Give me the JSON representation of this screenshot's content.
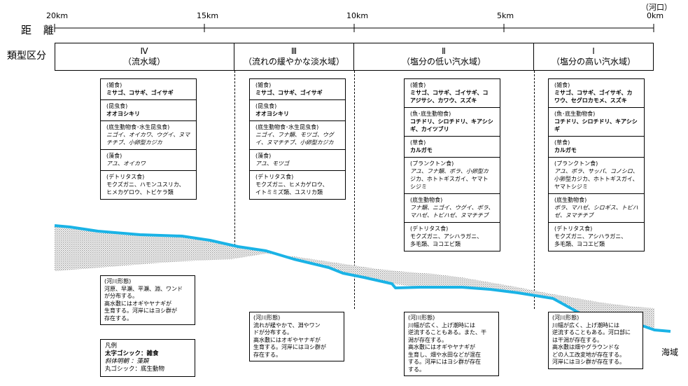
{
  "axis": {
    "title": "距 離",
    "estuary_label": "（河口）",
    "ticks": [
      "20km",
      "15km",
      "10km",
      "5km",
      "0km"
    ]
  },
  "zoning": {
    "title": "類型区分",
    "zones": [
      {
        "numeral": "Ⅳ",
        "name": "（流水域）"
      },
      {
        "numeral": "Ⅲ",
        "name": "（流れの緩やかな淡水域）"
      },
      {
        "numeral": "Ⅱ",
        "name": "（塩分の低い汽水域）"
      },
      {
        "numeral": "Ⅰ",
        "name": "（塩分の高い汽水域）"
      }
    ]
  },
  "sea_label": "海域",
  "species_boxes": [
    {
      "sections": [
        {
          "head": "(雑食)",
          "lines": [
            {
              "t": "ミサゴ、コサギ、ゴイサギ",
              "s": "b"
            }
          ]
        },
        {
          "head": "(昆虫食)",
          "lines": [
            {
              "t": "オオヨシキリ",
              "s": "b"
            }
          ]
        },
        {
          "head": "(底生動物食･水生昆虫食)",
          "lines": [
            {
              "t": "ニゴイ、オイカワ、ウグイ、ヌマ",
              "s": "i"
            },
            {
              "t": "チチブ、小卵型カジカ",
              "s": "i"
            }
          ]
        },
        {
          "head": "(藻食)",
          "lines": [
            {
              "t": "アユ、オイカワ",
              "s": "i"
            }
          ]
        },
        {
          "head": "(デトリタス食)",
          "lines": [
            {
              "t": "モクズガニ、ハモンユスリカ、",
              "s": "n"
            },
            {
              "t": "ヒメカゲロウ、トビケラ類",
              "s": "n"
            }
          ]
        }
      ]
    },
    {
      "sections": [
        {
          "head": "(雑食)",
          "lines": [
            {
              "t": "ミサゴ、コサギ、ゴイサギ",
              "s": "b"
            }
          ]
        },
        {
          "head": "(昆虫食)",
          "lines": [
            {
              "t": "オオヨシキリ",
              "s": "b"
            }
          ]
        },
        {
          "head": "(底生動物食･水生昆虫食)",
          "lines": [
            {
              "t": "ニゴイ、フナ類、モツゴ、ウグ",
              "s": "i"
            },
            {
              "t": "イ、ヌマチチブ、小卵型カジカ",
              "s": "i"
            }
          ]
        },
        {
          "head": "(藻食)",
          "lines": [
            {
              "t": "アユ、モツゴ",
              "s": "i"
            }
          ]
        },
        {
          "head": "(デトリタス食)",
          "lines": [
            {
              "t": "モクズガニ、ヒメカゲロウ、",
              "s": "n"
            },
            {
              "t": "イトミミズ類、ユスリカ類",
              "s": "n"
            }
          ]
        }
      ]
    },
    {
      "sections": [
        {
          "head": "(雑食)",
          "lines": [
            {
              "t": "ミサゴ、コサギ、ゴイサギ、コ",
              "s": "b"
            },
            {
              "t": "アジサシ、カワウ、スズキ",
              "s": "b"
            }
          ]
        },
        {
          "head": "(魚･底生動物食)",
          "lines": [
            {
              "t": "コチドリ、シロチドリ、キアシシ",
              "s": "b"
            },
            {
              "t": "ギ、カイツブリ",
              "s": "b"
            }
          ]
        },
        {
          "head": "(草食)",
          "lines": [
            {
              "t": "カルガモ",
              "s": "b"
            }
          ]
        },
        {
          "head": "(プランクトン食)",
          "lines": [
            {
              "t": "アユ、フナ類、ボラ、小卵型カ",
              "s": "i"
            },
            {
              "t": "ジカ、ホトトギスガイ、ヤマト",
              "s": "n"
            },
            {
              "t": "シジミ",
              "s": "n"
            }
          ]
        },
        {
          "head": "(底生動物食)",
          "lines": [
            {
              "t": "フナ類、ニゴイ、ウグイ、ボラ、",
              "s": "i"
            },
            {
              "t": "マハゼ、トビハゼ、ヌマチチブ",
              "s": "i"
            }
          ]
        },
        {
          "head": "(デトリタス食)",
          "lines": [
            {
              "t": "モクズガニ、アシハラガニ、",
              "s": "n"
            },
            {
              "t": "多毛類、ヨコエビ類",
              "s": "n"
            }
          ]
        }
      ]
    },
    {
      "sections": [
        {
          "head": "(雑食)",
          "lines": [
            {
              "t": "ミサゴ、コサギ、ゴイサギ、カ",
              "s": "b"
            },
            {
              "t": "ワウ、セグロカモメ、スズキ",
              "s": "b"
            }
          ]
        },
        {
          "head": "(魚･底生動物食)",
          "lines": [
            {
              "t": "コチドリ、シロチドリ、キアシシ",
              "s": "b"
            },
            {
              "t": "ギ",
              "s": "b"
            }
          ]
        },
        {
          "head": "(草食)",
          "lines": [
            {
              "t": "カルガモ",
              "s": "b"
            }
          ]
        },
        {
          "head": "(プランクトン食)",
          "lines": [
            {
              "t": "アユ、ボラ、サッパ、コノシロ、",
              "s": "i"
            },
            {
              "t": "小卵型カジカ、ホトトギスガイ、",
              "s": "n"
            },
            {
              "t": "ヤマトシジミ",
              "s": "n"
            }
          ]
        },
        {
          "head": "(底生動物食)",
          "lines": [
            {
              "t": "ボラ、マハゼ、シロギス、トビハ",
              "s": "i"
            },
            {
              "t": "ゼ、ヌマチチブ",
              "s": "i"
            }
          ]
        },
        {
          "head": "(デトリタス食)",
          "lines": [
            {
              "t": "モクズガニ、アシハラガニ、",
              "s": "n"
            },
            {
              "t": "多毛類、ヨコエビ類",
              "s": "n"
            }
          ]
        }
      ]
    }
  ],
  "river_boxes": [
    {
      "title": "(河川形態)",
      "lines": [
        "河原、早瀬、平瀬、淵、ワンド",
        "が分布する。",
        "高水敷にはオギやヤナギが",
        "生育する。河岸にはヨシ群が",
        "存在する。"
      ]
    },
    {
      "title": "(河川形態)",
      "lines": [
        "流れが緩やかで、淵やワン",
        "ドが分布する。",
        "高水敷にはオギやヤナギが",
        "生育する。河岸にはヨシ群が",
        "存在する。"
      ]
    },
    {
      "title": "(河川形態)",
      "lines": [
        "川幅が広く、上げ潮時には",
        "逆流することもある。また、干",
        "潟が存在する。",
        "高水敷にはオギやヤナギが",
        "生育し、畑や水田などが混在",
        "する。河岸にはヨシ群が存在",
        "する。"
      ]
    },
    {
      "title": "(河川形態)",
      "lines": [
        "川幅が広く、上げ潮時には",
        "逆流することもある。河口部に",
        "は干潟が存在する。",
        "高水敷は畑やグラウンドな",
        "どの人工改変地が存在する。",
        "河岸にはヨシ群が存在する。"
      ]
    }
  ],
  "legend": {
    "title": "凡例",
    "items": [
      {
        "t": "太字ゴシック：雑食",
        "s": "b"
      },
      {
        "t": "斜体明朝 ：藻類",
        "s": "i"
      },
      {
        "t": "丸ゴシック：底生動物",
        "s": "n"
      }
    ]
  },
  "colors": {
    "river_line": "#1ab3e6",
    "hatch": "#9a9a9a"
  }
}
